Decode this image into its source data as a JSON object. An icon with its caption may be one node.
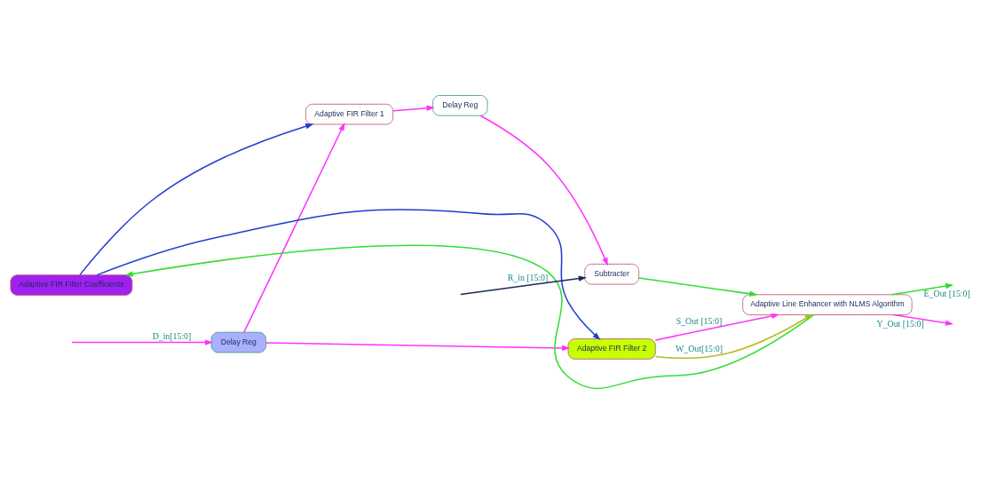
{
  "diagram": {
    "nodes": [
      {
        "text": [
          "Delay Reg"
        ]
      },
      {
        "text": [
          "Adaptive FIR Filter 1"
        ]
      },
      {
        "text": [
          "Adaptive FIR Filter 2"
        ]
      },
      {
        "text": [
          "Adaptive FIR Filter Coefficients"
        ]
      },
      {
        "text": [
          "Delay Reg"
        ]
      },
      {
        "text": [
          "Subtracter"
        ]
      },
      {
        "text": [
          "Adaptive Line Enhancer with NLMS Algorithm"
        ]
      }
    ],
    "edges": [
      {
        "from": null,
        "to": 0,
        "arrow": "to",
        "label": "D_in[15:0]"
      },
      {
        "from": 0,
        "to": 1,
        "arrow": "to"
      },
      {
        "from": 0,
        "to": 2,
        "arrow": "to"
      },
      {
        "from": 3,
        "to": 1,
        "arrow": "to",
        "color": "#1f3fd0"
      },
      {
        "from": 3,
        "to": 2,
        "arrow": "to",
        "color": "#1f3fd0"
      },
      {
        "from": 1,
        "to": 4,
        "arrow": "to"
      },
      {
        "from": 4,
        "to": 5,
        "arrow": "to"
      },
      {
        "from": null,
        "to": 5,
        "arrow": "to",
        "label": "R_in [15:0]",
        "color": "#1a2a5a"
      },
      {
        "from": 5,
        "to": 6,
        "arrow": "to",
        "color": "#33dd33"
      },
      {
        "from": 2,
        "to": 6,
        "arrow": "to",
        "label": "S_Out [15:0]"
      },
      {
        "from": 2,
        "to": 6,
        "arrow": "to",
        "label": "W_Out[15:0]",
        "color": "#bbbb22"
      },
      {
        "from": 6,
        "to": 3,
        "arrow": "to",
        "color": "#33dd33"
      },
      {
        "from": 6,
        "to": null,
        "arrow": "to",
        "label": "E_Out [15:0]",
        "color": "#33dd33"
      },
      {
        "from": 6,
        "to": null,
        "arrow": "to",
        "label": "Y_Out [15:0]"
      }
    ]
  }
}
